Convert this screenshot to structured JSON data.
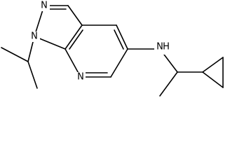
{
  "atoms": {
    "n1": "N",
    "n2": "N",
    "n7": "N",
    "nh": "N",
    "h": "H"
  },
  "colors": {
    "bond": "#000000",
    "background": "#ffffff"
  }
}
